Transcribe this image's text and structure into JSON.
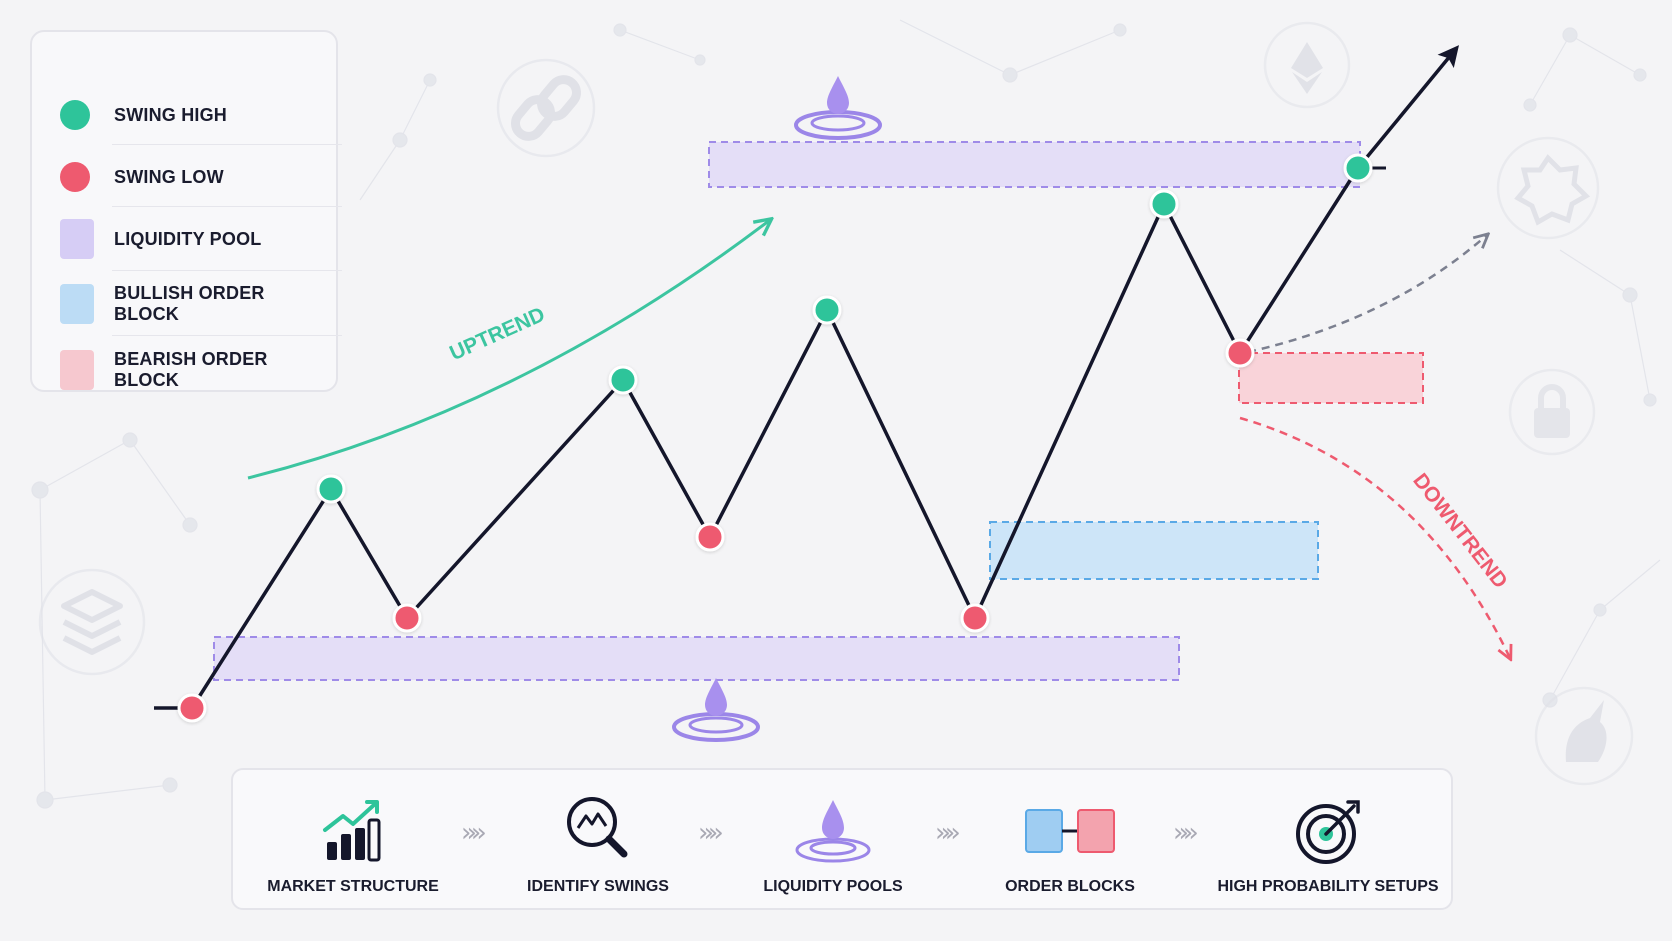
{
  "legend": {
    "items": [
      {
        "label": "SWING HIGH",
        "color": "#2ec49a",
        "shape": "dot"
      },
      {
        "label": "SWING LOW",
        "color": "#ee5a6f",
        "shape": "dot"
      },
      {
        "label": "LIQUIDITY POOL",
        "color": "#d6cdf5",
        "shape": "rect"
      },
      {
        "label": "BULLISH ORDER BLOCK",
        "color": "#bcdcf5",
        "shape": "rect"
      },
      {
        "label": "BEARISH ORDER BLOCK",
        "color": "#f6c8cf",
        "shape": "rect"
      }
    ]
  },
  "annotations": {
    "uptrend": "UPTREND",
    "downtrend": "DOWNTREND"
  },
  "colors": {
    "price_line": "#14162b",
    "swing_high": "#2ec49a",
    "swing_low": "#ee5a6f",
    "uptrend": "#3cc5a0",
    "downtrend": "#ee5a6f",
    "liquidity": "#9b86e8",
    "bullish": "#5aa9e6",
    "bearish": "#ee5a6f"
  },
  "pipeline": {
    "steps": [
      {
        "label": "MARKET STRUCTURE",
        "icon": "bar-chart-trend-icon"
      },
      {
        "label": "IDENTIFY SWINGS",
        "icon": "magnifier-zigzag-icon"
      },
      {
        "label": "LIQUIDITY POOLS",
        "icon": "droplet-ripple-icon"
      },
      {
        "label": "ORDER BLOCKS",
        "icon": "linked-blocks-icon"
      },
      {
        "label": "HIGH PROBABILITY SETUPS",
        "icon": "target-arrow-icon"
      }
    ]
  },
  "background_icons": [
    "chain-link-icon",
    "ethereum-icon",
    "gear-badge-icon",
    "lock-icon",
    "layers-icon",
    "unicorn-icon"
  ]
}
